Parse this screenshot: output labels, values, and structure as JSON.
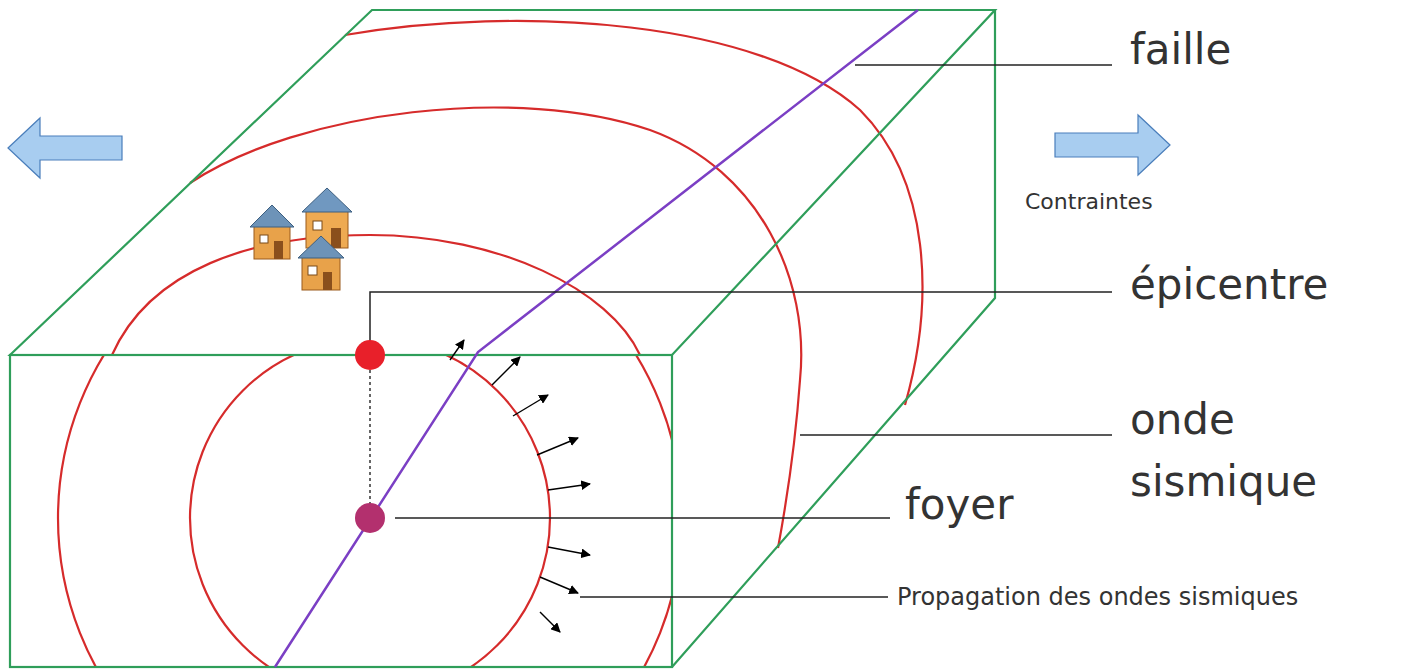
{
  "diagram": {
    "labels": [
      "faille",
      "Contraintes",
      "épicentre",
      "onde sismique",
      "foyer",
      "Propagation des ondes sismiques"
    ]
  }
}
